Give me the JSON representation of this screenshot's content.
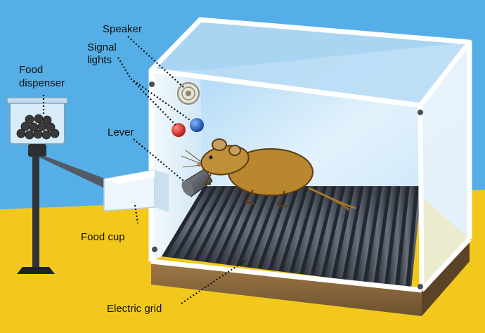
{
  "labels": {
    "speaker": "Speaker",
    "signal_lights": [
      "Signal",
      "lights"
    ],
    "food_dispenser": [
      "Food",
      "dispenser"
    ],
    "lever": "Lever",
    "food_cup": "Food cup",
    "electric_grid": "Electric grid"
  },
  "colors": {
    "sky": "#55aee6",
    "floor": "#f2c81d",
    "wall": "#d6ecfa",
    "frame": "#ffffff",
    "base": "#8b6a3e",
    "grid_bar": "#3c4048",
    "mouse": "#b8872f",
    "red_light": "#d9201f",
    "blue_light": "#1d62c6"
  },
  "icons": {
    "speaker": "speaker-icon",
    "red_light": "red-signal-light-icon",
    "blue_light": "blue-signal-light-icon",
    "lever": "lever-icon",
    "mouse": "mouse-icon",
    "food_pellets": "food-pellets-icon"
  }
}
